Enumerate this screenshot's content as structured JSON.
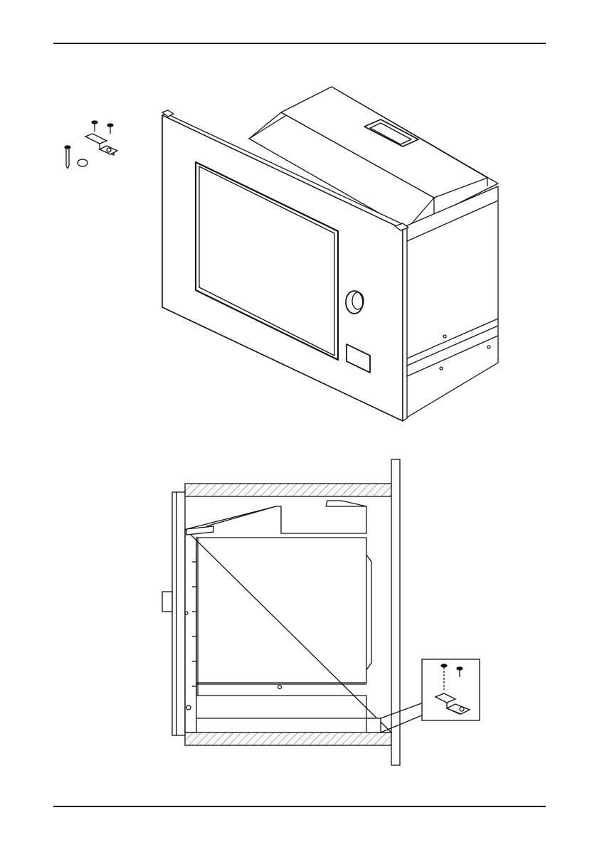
{
  "page": {
    "header_rule": true,
    "footer_rule": true
  },
  "figures": {
    "top": {
      "subject": "built-in-microwave-oven-isometric",
      "parts": [
        "bracket",
        "screws",
        "long-screw",
        "cap"
      ]
    },
    "bottom": {
      "subject": "microwave-in-cabinet-side-section",
      "parts": [
        "cabinet-hatching",
        "front-frame",
        "bracket-detail-inset"
      ]
    }
  },
  "colors": {
    "line": "#111111",
    "hatch": "#555555",
    "background": "#ffffff"
  }
}
